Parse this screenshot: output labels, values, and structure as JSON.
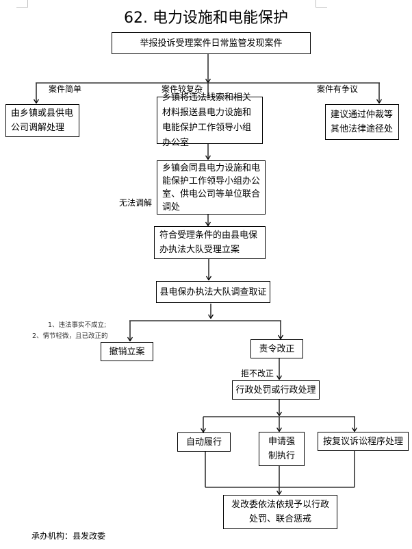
{
  "title": "62. 电力设施和电能保护",
  "nodes": {
    "start": "举报投诉受理案件日常监管发现案件",
    "simple_result": "由乡镇或县供电公司调解处理",
    "complex_step": "乡镇将违法线索和相关材料报送县电力设施和电能保护工作领导小组办公室",
    "dispute_result": "建议通过仲裁等其他法律途径处",
    "joint_handling": "乡镇会同县电力设施和电能保护工作领导小组办公室、供电公司等单位联合调处",
    "file_case": "符合受理条件的由县电保办执法大队受理立案",
    "investigate": "县电保办执法大队调查取证",
    "revoke_case": "撤销立案",
    "order_correction": "责令改正",
    "penalty": "行政处罚或行政处理",
    "self_perform": "自动履行",
    "enforce": "申请强制执行",
    "review_litigation": "按复议诉讼程序处理",
    "final": "发改委依法依规予以行政处罚、联合惩戒"
  },
  "edge_labels": {
    "simple": "案件简单",
    "complex": "案件较复杂",
    "dispute": "案件有争议",
    "cannot_mediate": "无法调解",
    "revoke_condition_1": "1、违法事实不成立;",
    "revoke_condition_2": "2、情节轻微，且已改正的",
    "refuse_correction": "拒不改正"
  },
  "footer": "承办机构：县发改委"
}
